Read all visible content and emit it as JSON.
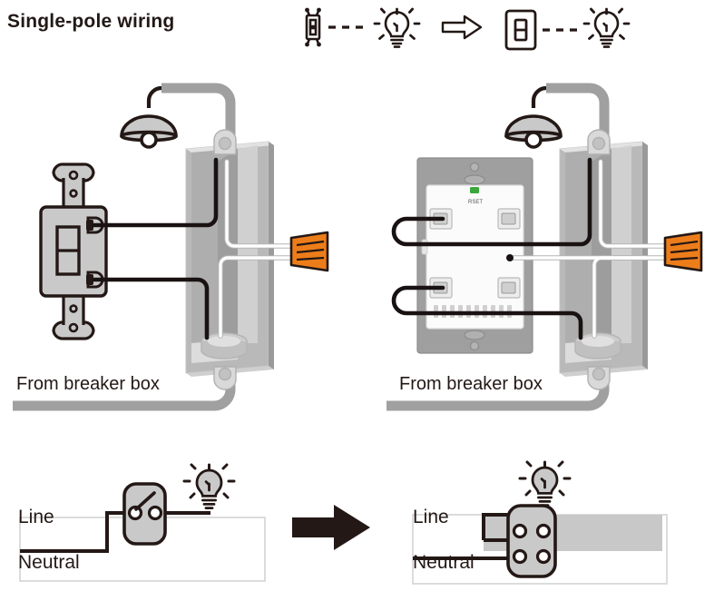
{
  "page": {
    "title": "Single-pole  wiring",
    "background": "#ffffff"
  },
  "colors": {
    "ink": "#231815",
    "wire_black": "#1a1212",
    "wire_white": "#ffffff",
    "wire_white_stroke": "#b5b5b5",
    "conduit_gray": "#a0a0a0",
    "box_gray_light": "#d9d9d9",
    "box_gray_mid": "#b9b9b9",
    "box_gray_dark": "#9a9a9a",
    "plate_gray": "#c9c9c9",
    "wire_nut_orange": "#ED7D1A",
    "panel_fill": "#c8c8c8",
    "led_green": "#3aa83a"
  },
  "legend": {
    "before": {
      "switch_icon": "toggle-switch-icon",
      "connector": "dashed-line",
      "bulb_icon": "light-bulb-icon"
    },
    "transition_icon": "arrow-right-outline-icon",
    "after": {
      "switch_icon": "smart-switch-plate-icon",
      "connector": "dashed-line",
      "bulb_icon": "light-bulb-icon"
    }
  },
  "diagrams": [
    {
      "id": "before",
      "side": "left",
      "device_name": "toggle-switch",
      "breaker_label": "From breaker box",
      "parts": {
        "lamp": "pendant-light-fixture",
        "box": "electrical-junction-box",
        "wire_nut": "orange-wire-nut",
        "conduit": "gray-conduit",
        "terminals": 2,
        "black_wires": 2,
        "white_wires": 2
      }
    },
    {
      "id": "after",
      "side": "right",
      "device_name": "smart-switch",
      "breaker_label": "From breaker box",
      "parts": {
        "lamp": "pendant-light-fixture",
        "box": "electrical-junction-box",
        "wire_nut": "orange-wire-nut",
        "conduit": "gray-conduit",
        "terminals": 4,
        "black_wires": 2,
        "white_wires": 2,
        "indicator": "green-led"
      }
    }
  ],
  "schematics": {
    "arrow_icon": "arrow-right-solid-icon",
    "left": {
      "id": "schematic-before",
      "line_label": "Line",
      "neutral_label": "Neutral",
      "switch_icon": "single-pole-switch-symbol",
      "switch_terminals": 2,
      "bulb_icon": "light-bulb-icon"
    },
    "right": {
      "id": "schematic-after",
      "line_label": "Line",
      "neutral_label": "Neutral",
      "switch_icon": "smart-switch-symbol",
      "switch_terminals": 4,
      "bulb_icon": "light-bulb-icon"
    }
  }
}
